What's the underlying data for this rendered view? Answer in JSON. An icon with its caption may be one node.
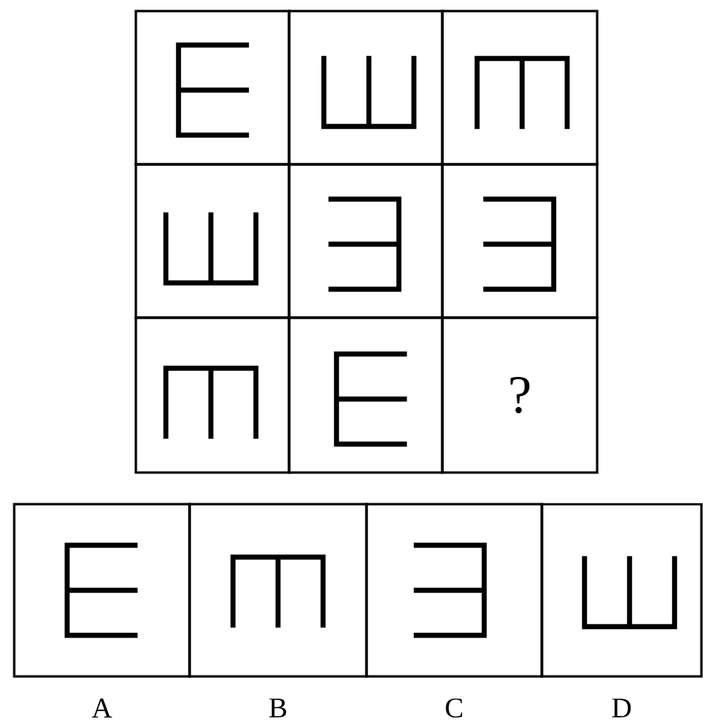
{
  "diagram": {
    "nodes": [
      {
        "text": [],
        "shape": "box"
      },
      {
        "text": [],
        "shape": "box"
      },
      {
        "text": [],
        "shape": "box"
      },
      {
        "text": [],
        "shape": "box"
      },
      {
        "text": [],
        "shape": "box"
      },
      {
        "text": [],
        "shape": "box"
      },
      {
        "text": [],
        "shape": "box"
      },
      {
        "text": [],
        "shape": "box"
      },
      {
        "text": [
          "?"
        ]
      },
      {
        "text": [],
        "shape": "box",
        "beside": [
          "A"
        ]
      },
      {
        "text": [],
        "shape": "box",
        "beside": [
          "B"
        ]
      },
      {
        "text": [],
        "shape": "box",
        "beside": [
          "C"
        ]
      },
      {
        "text": [],
        "shape": "box",
        "beside": [
          "D"
        ]
      }
    ]
  }
}
